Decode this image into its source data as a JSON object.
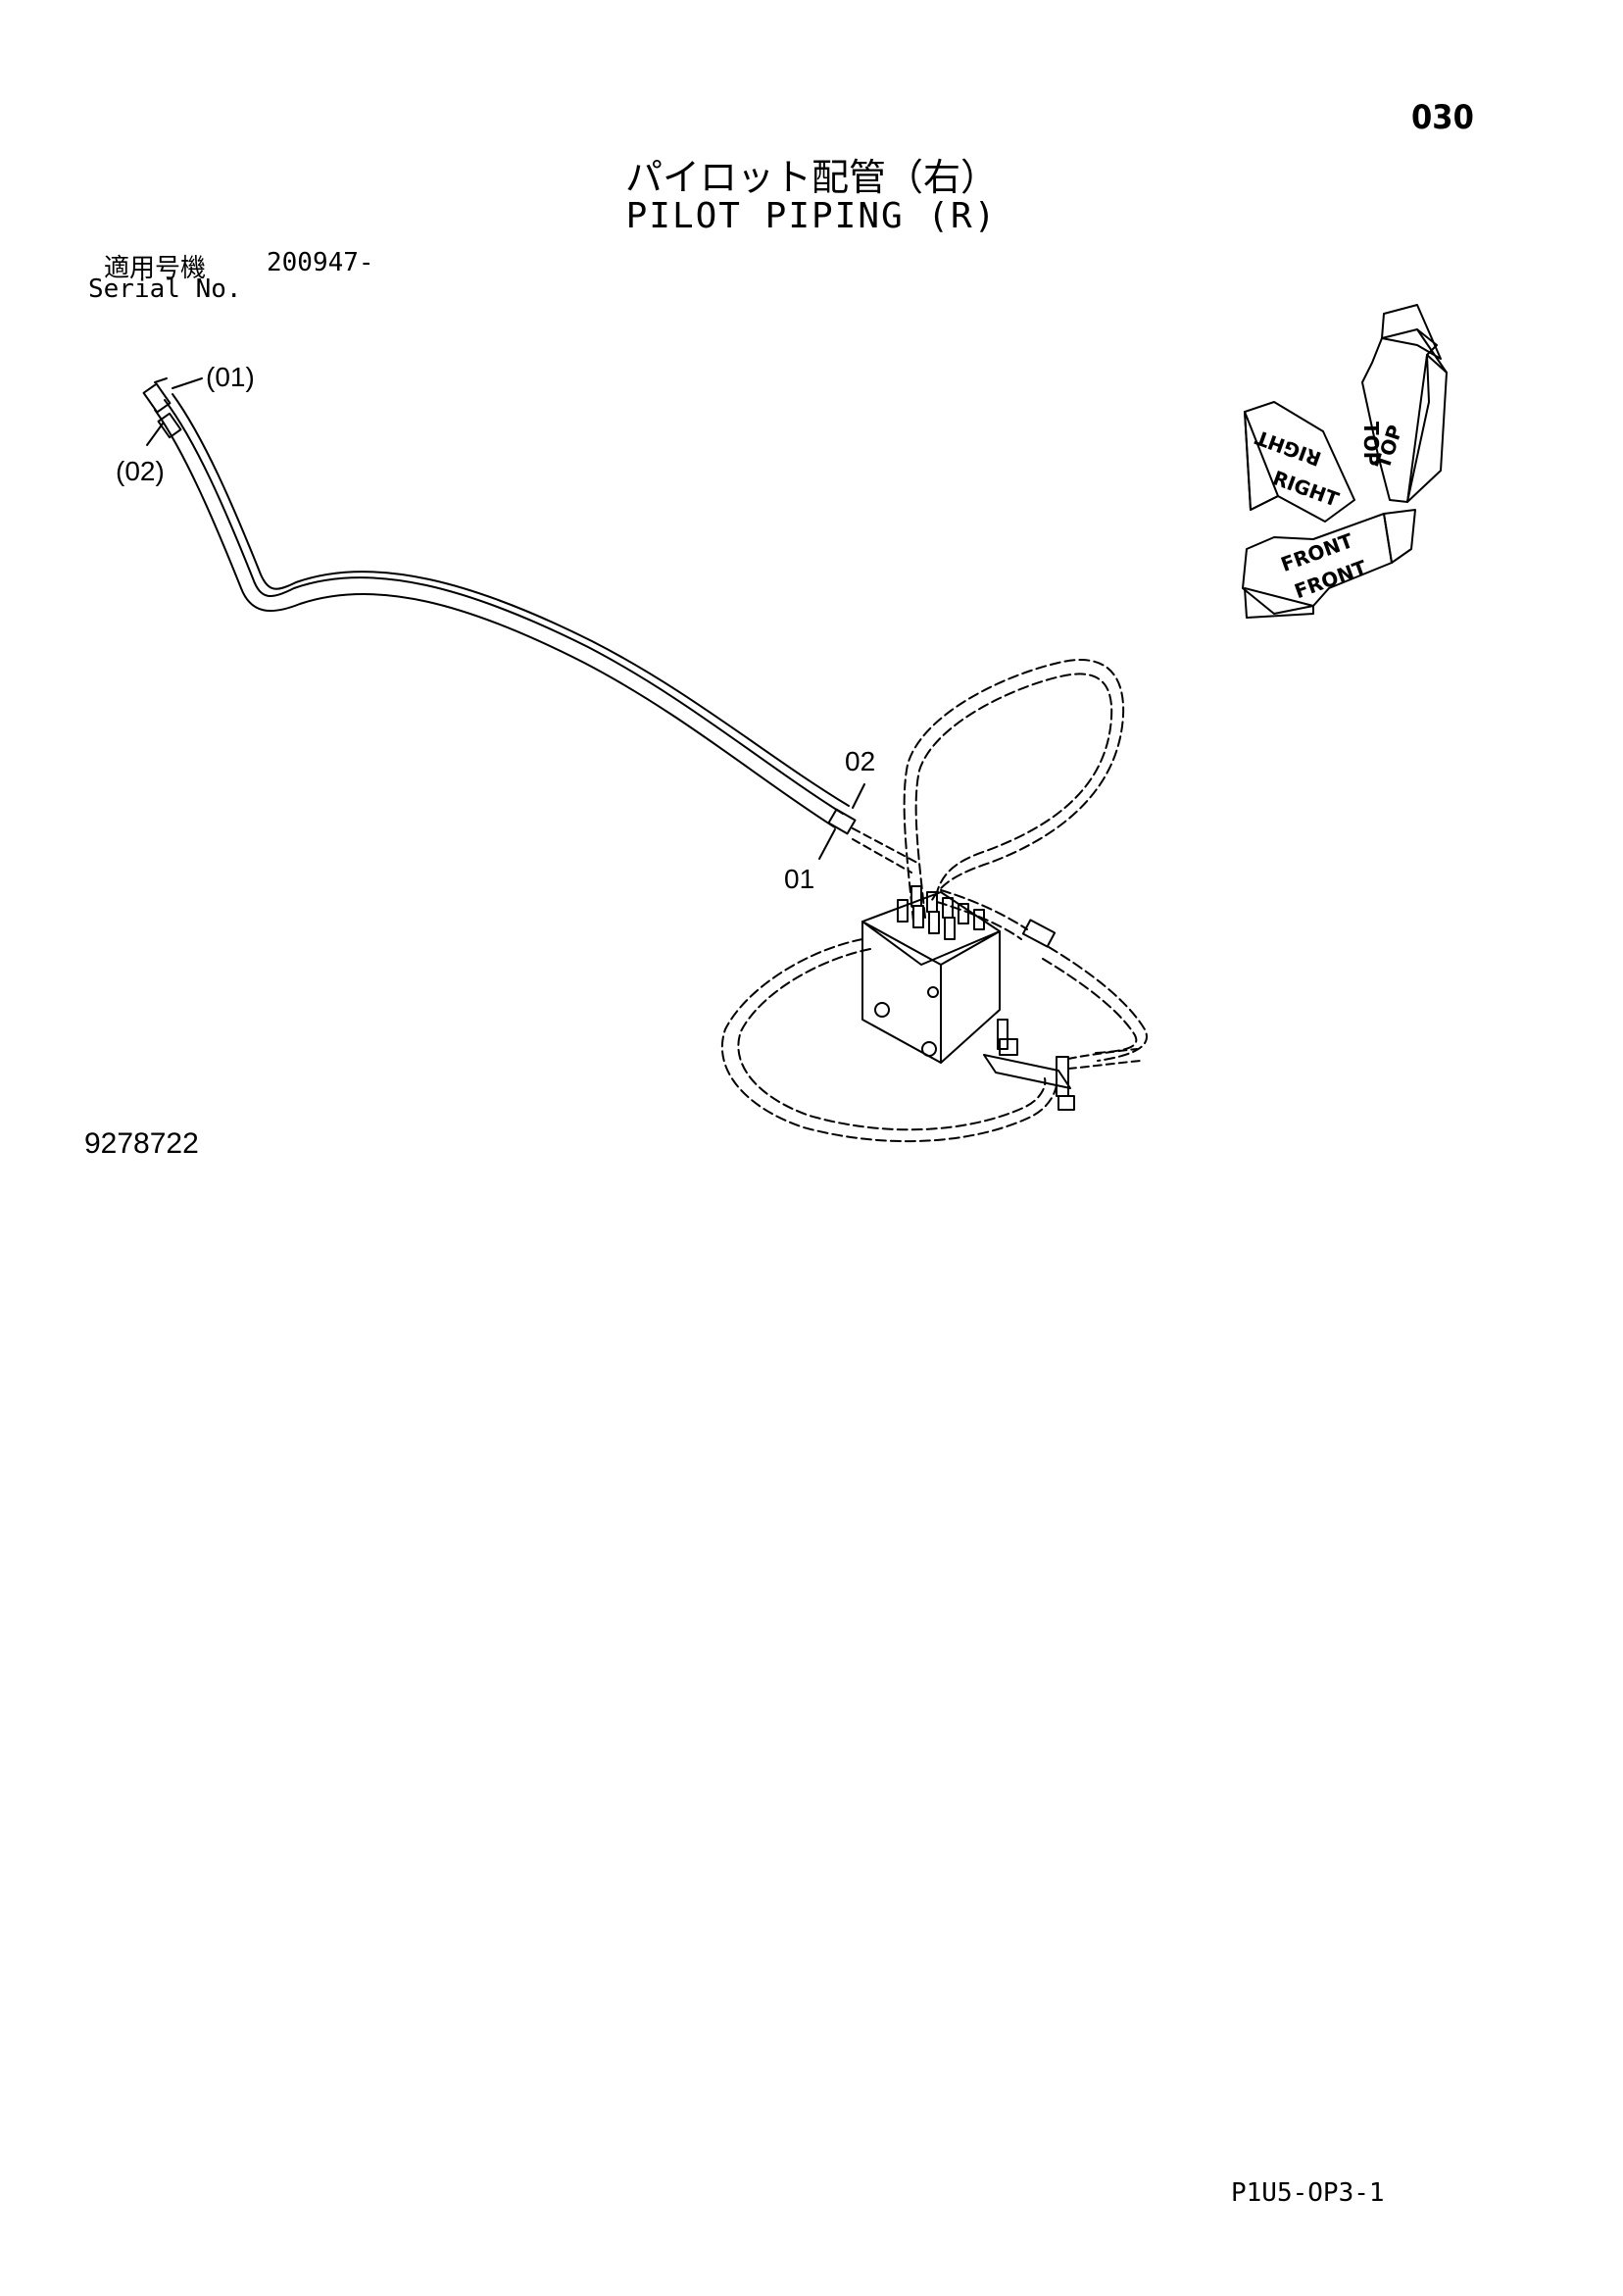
{
  "page_number": "030",
  "title": {
    "japanese": "パイロット配管（右）",
    "english": "PILOT PIPING (R)"
  },
  "serial": {
    "label_jp": "適用号機",
    "value": "200947-",
    "label_en": "Serial No."
  },
  "callouts": {
    "top_01": "(01)",
    "top_02": "(02)",
    "mid_02": "02",
    "mid_01": "01"
  },
  "orientation": {
    "top": "TOP",
    "right": "RIGHT",
    "front": "FRONT"
  },
  "drawing_number": "9278722",
  "page_code": "P1U5-OP3-1",
  "colors": {
    "ink": "#000000",
    "paper": "#ffffff"
  }
}
